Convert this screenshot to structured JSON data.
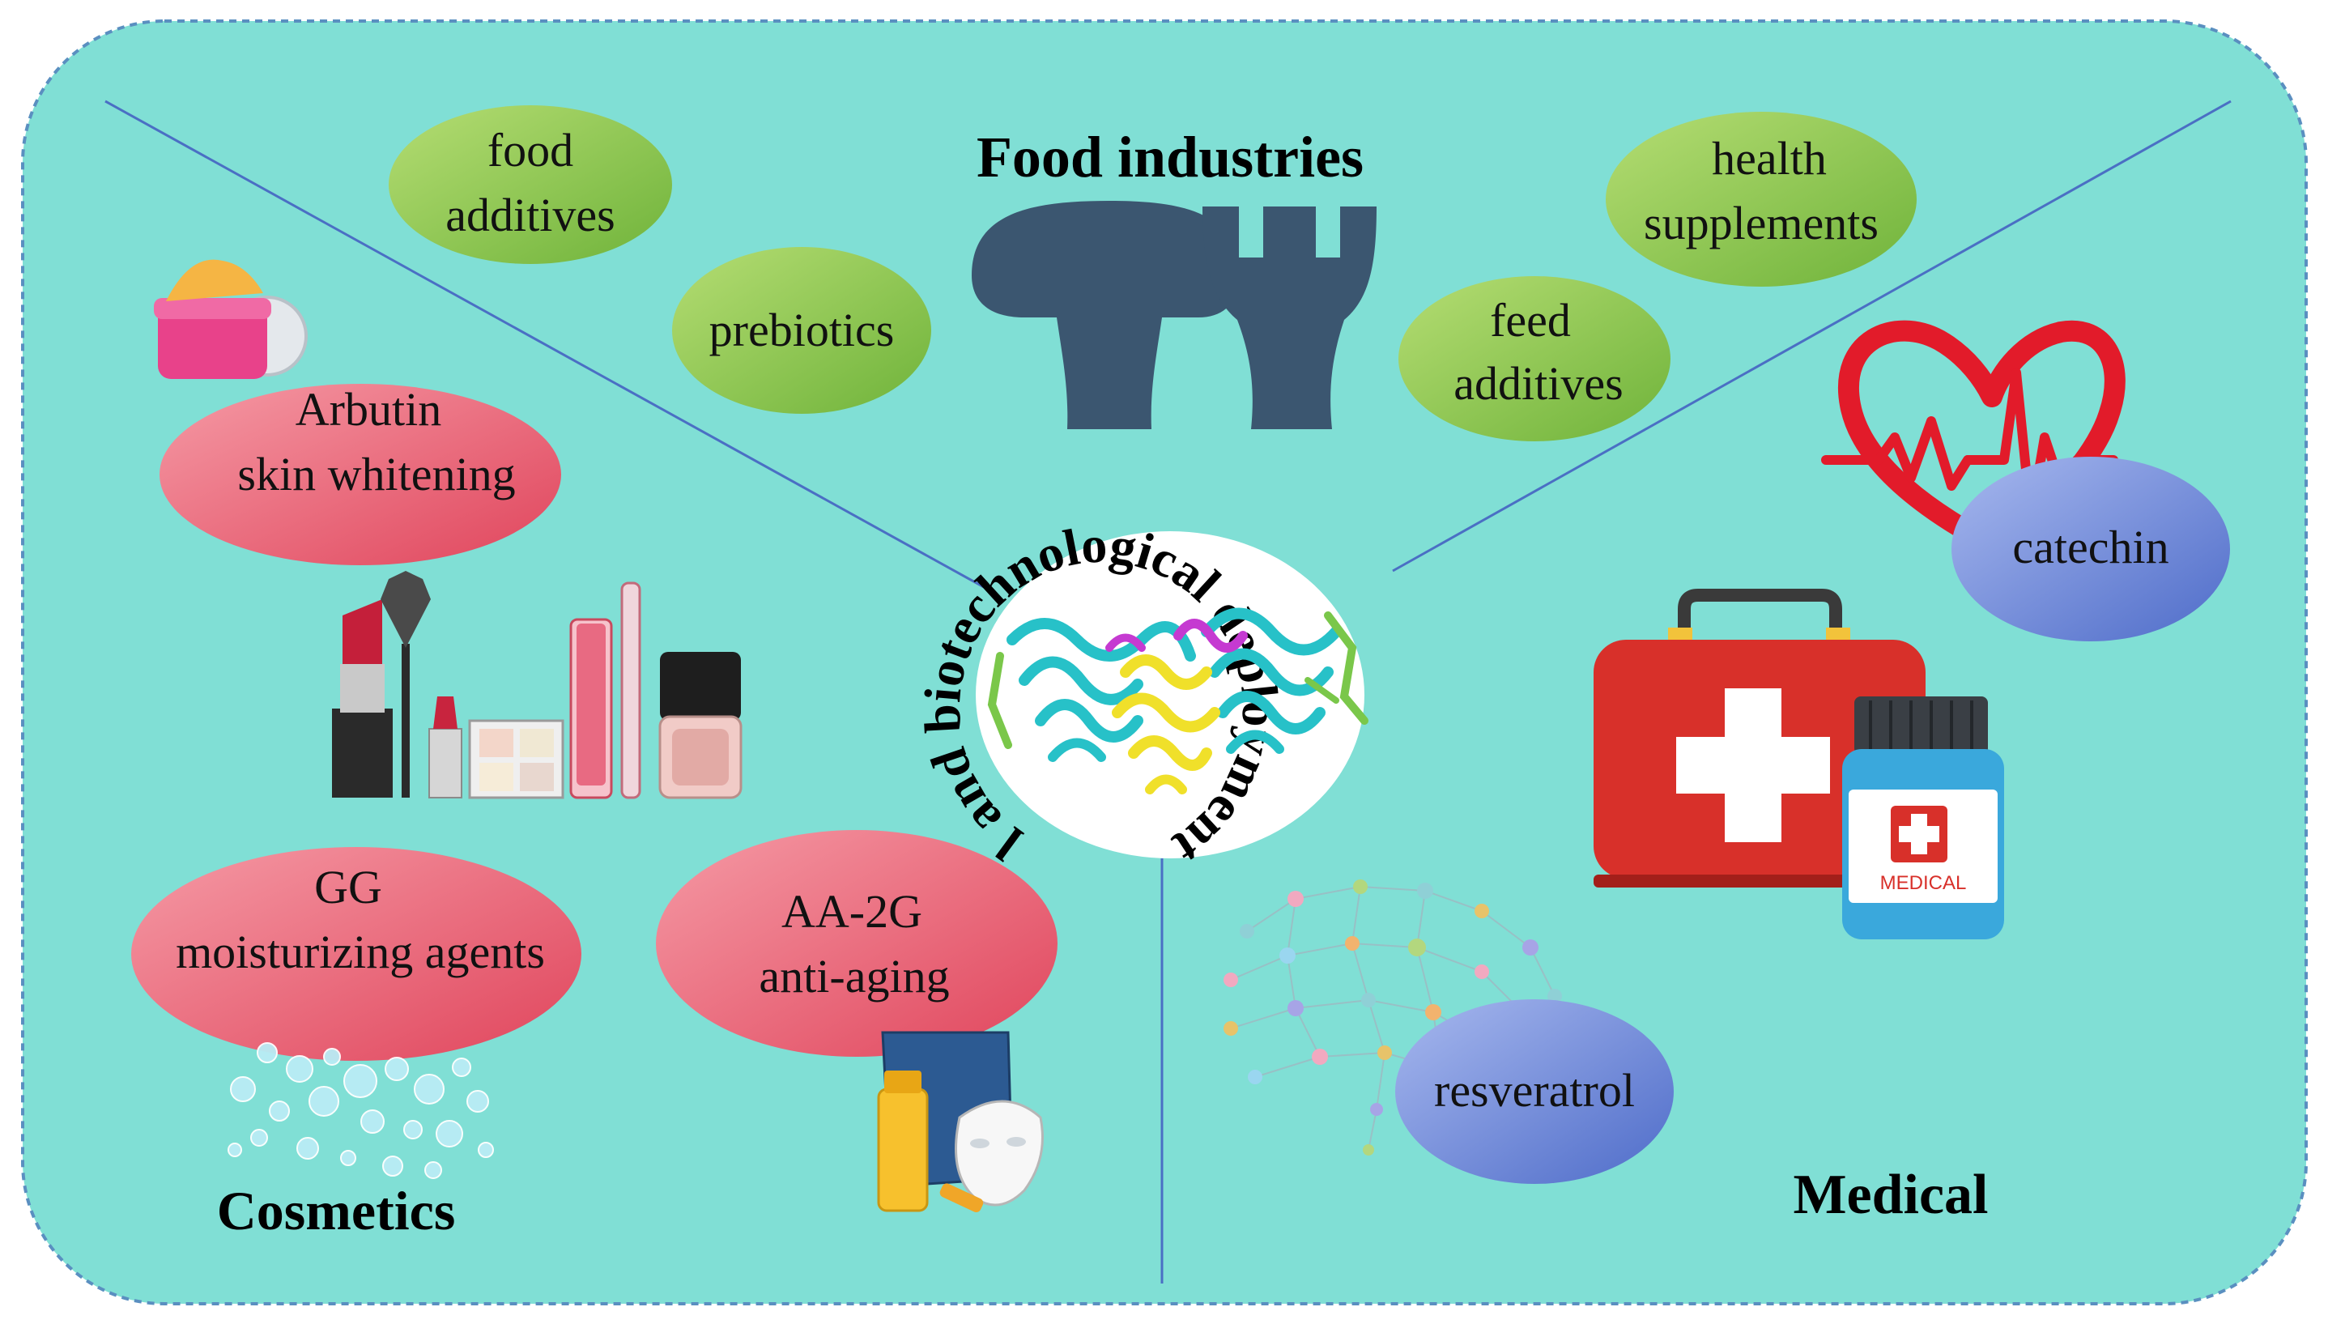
{
  "center": {
    "arc_title": "Industrial and biotechnological deployment of SPase",
    "image": "spase-protein-structure"
  },
  "sections": {
    "food": {
      "title": "Food industries",
      "icons": [
        "mushroom-icon",
        "fork-icon"
      ],
      "ovals": [
        {
          "line1": "food",
          "line2": "additives"
        },
        {
          "line1": "prebiotics",
          "line2": ""
        },
        {
          "line1": "health",
          "line2": "supplements"
        },
        {
          "line1": "feed",
          "line2": "additives"
        }
      ],
      "oval_color": "#8dc549"
    },
    "cosmetics": {
      "title": "Cosmetics",
      "icons": [
        "cream-jar-icon",
        "makeup-set-icon",
        "bubbles-icon",
        "face-mask-icon"
      ],
      "ovals": [
        {
          "line1": "Arbutin",
          "line2": "skin whitening"
        },
        {
          "line1": "GG",
          "line2": "moisturizing agents"
        },
        {
          "line1": "AA-2G",
          "line2": "anti-aging"
        }
      ],
      "oval_color": "#e8556b"
    },
    "medical": {
      "title": "Medical",
      "icons": [
        "heartbeat-icon",
        "first-aid-kit-icon",
        "medicine-bottle-icon",
        "neural-brain-icon"
      ],
      "bottle_label": "MEDICAL",
      "ovals": [
        {
          "line1": "catechin",
          "line2": ""
        },
        {
          "line1": "resveratrol",
          "line2": ""
        }
      ],
      "oval_color": "#6a85d6"
    }
  },
  "colors": {
    "background": "#80dfd5",
    "border": "#5a8fc0",
    "divider": "#4a6fc4",
    "icon_dark": "#3b5670",
    "kit_red": "#d8302a"
  }
}
